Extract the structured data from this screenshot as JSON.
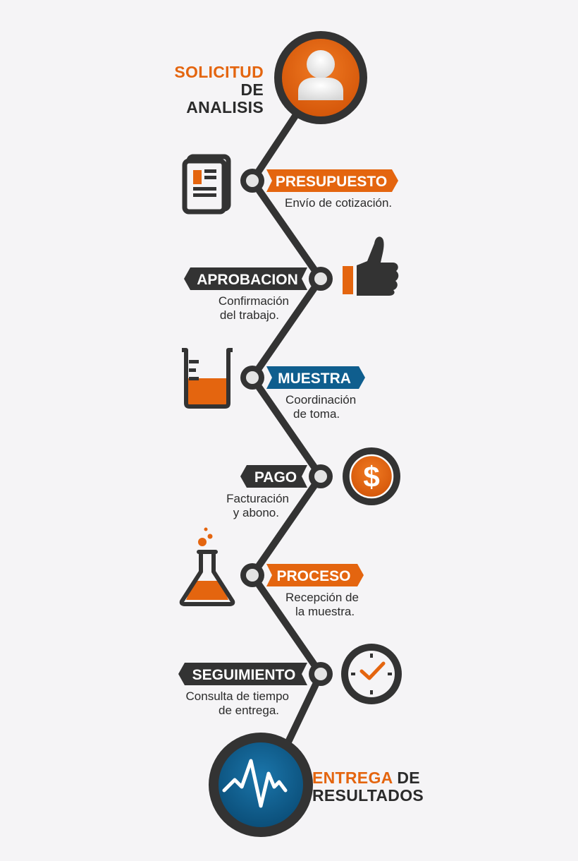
{
  "header": {
    "line1": "SOLICITUD",
    "line2": "DE ANALISIS"
  },
  "steps": [
    {
      "title": "PRESUPUESTO",
      "desc1": "Envío de cotización.",
      "desc2": ""
    },
    {
      "title": "APROBACION",
      "desc1": "Confirmación",
      "desc2": "del trabajo."
    },
    {
      "title": "MUESTRA",
      "desc1": "Coordinación",
      "desc2": "de toma."
    },
    {
      "title": "PAGO",
      "desc1": "Facturación",
      "desc2": "y abono."
    },
    {
      "title": "PROCESO",
      "desc1": "Recepción de",
      "desc2": "la muestra."
    },
    {
      "title": "SEGUIMIENTO",
      "desc1": "Consulta de tiempo",
      "desc2": "de entrega."
    }
  ],
  "footer": {
    "highlight": "ENTREGA",
    "rest": " DE",
    "line2": "RESULTADOS"
  },
  "icons": {
    "start": "user-icon",
    "presupuesto": "document-icon",
    "aprobacion": "thumbs-up-icon",
    "muestra": "beaker-icon",
    "pago": "dollar-coin-icon",
    "proceso": "flask-icon",
    "seguimiento": "clock-icon",
    "end": "pulse-icon"
  },
  "colors": {
    "orange": "#e4650f",
    "blue": "#0f5e8e",
    "dark": "#333333",
    "node_fill": "#e4e4e4"
  }
}
